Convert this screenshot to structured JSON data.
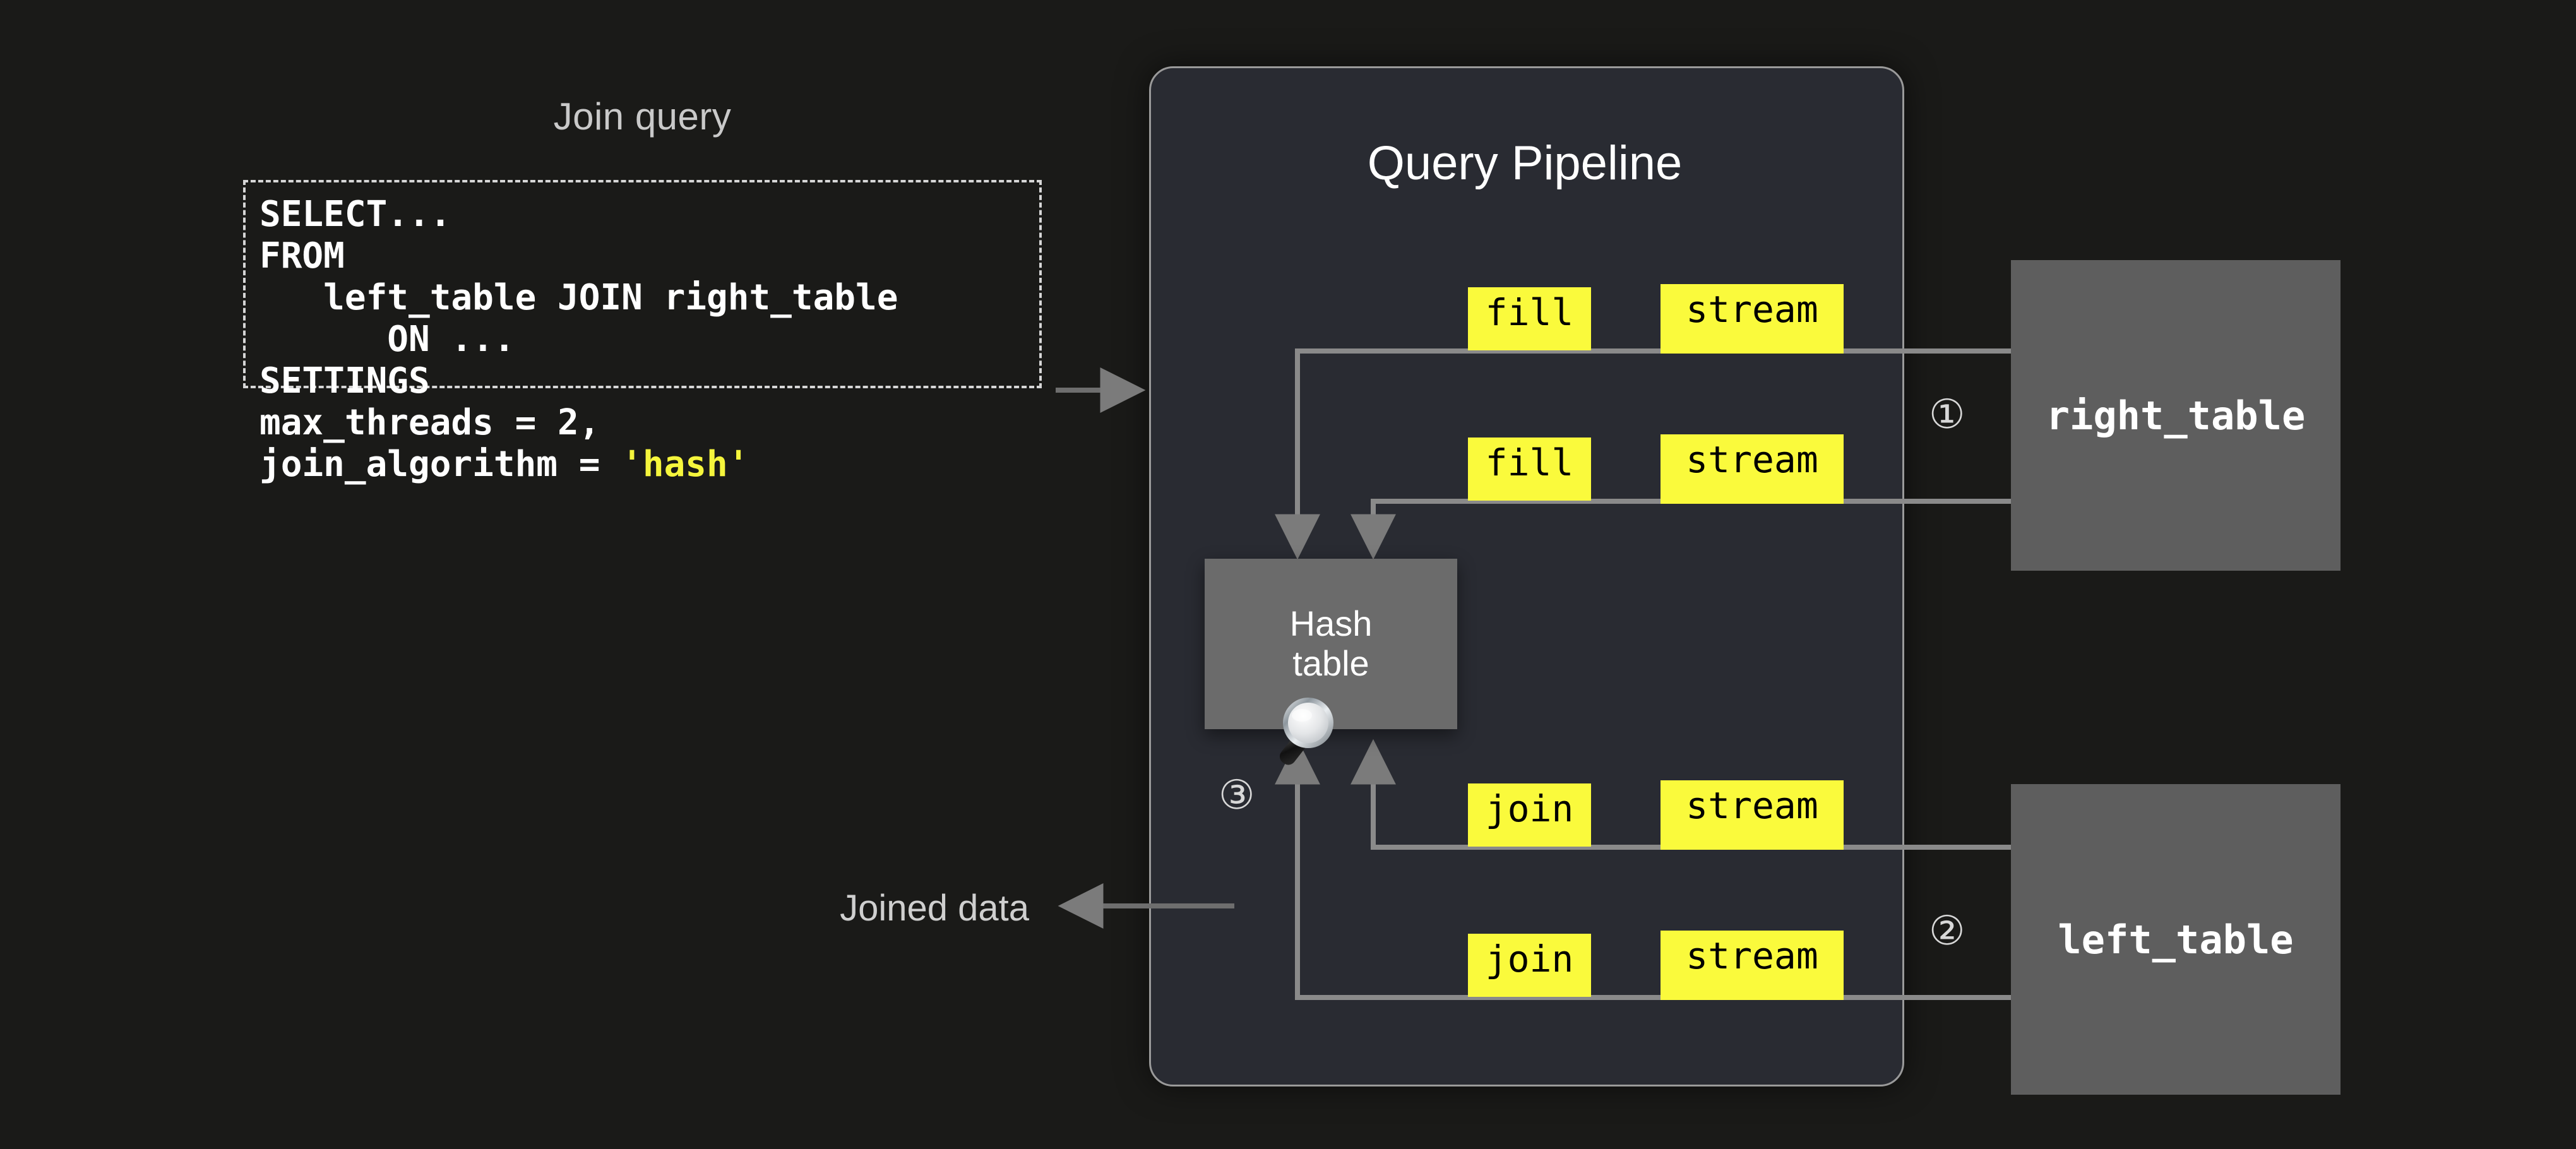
{
  "palette": {
    "page_bg": "#1a1a18",
    "panel_bg": "#292b32",
    "panel_border": "#9a9a9a",
    "chip_yellow": "#fafa3c",
    "table_gray": "#5e5e5e",
    "hash_gray": "#6b6b6b",
    "wire_gray": "#8a8a8a",
    "text_white": "#ffffff",
    "text_muted": "#c9c9c9",
    "string_yellow": "#f5f53c"
  },
  "query_section": {
    "title": "Join query",
    "code_lines": [
      "SELECT...",
      "FROM",
      "   left_table JOIN right_table",
      "      ON ...",
      "SETTINGS",
      "max_threads = 2,",
      "join_algorithm = "
    ],
    "code_string_literal": "'hash'",
    "settings": {
      "max_threads": "2",
      "join_algorithm": "'hash'"
    }
  },
  "pipeline": {
    "title": "Query Pipeline",
    "hash_table_label_line1": "Hash",
    "hash_table_label_line2": "table",
    "chips": [
      {
        "label": "fill",
        "lane": "build-lane-1"
      },
      {
        "label": "stream",
        "lane": "build-lane-1"
      },
      {
        "label": "fill",
        "lane": "build-lane-2"
      },
      {
        "label": "stream",
        "lane": "build-lane-2"
      },
      {
        "label": "join",
        "lane": "probe-lane-1"
      },
      {
        "label": "stream",
        "lane": "probe-lane-1"
      },
      {
        "label": "join",
        "lane": "probe-lane-2"
      },
      {
        "label": "stream",
        "lane": "probe-lane-2"
      }
    ]
  },
  "sources": [
    {
      "name": "right_table",
      "step": "①"
    },
    {
      "name": "left_table",
      "step": "②"
    }
  ],
  "steps": {
    "one": "①",
    "two": "②",
    "three": "③"
  },
  "output": {
    "label": "Joined data"
  }
}
